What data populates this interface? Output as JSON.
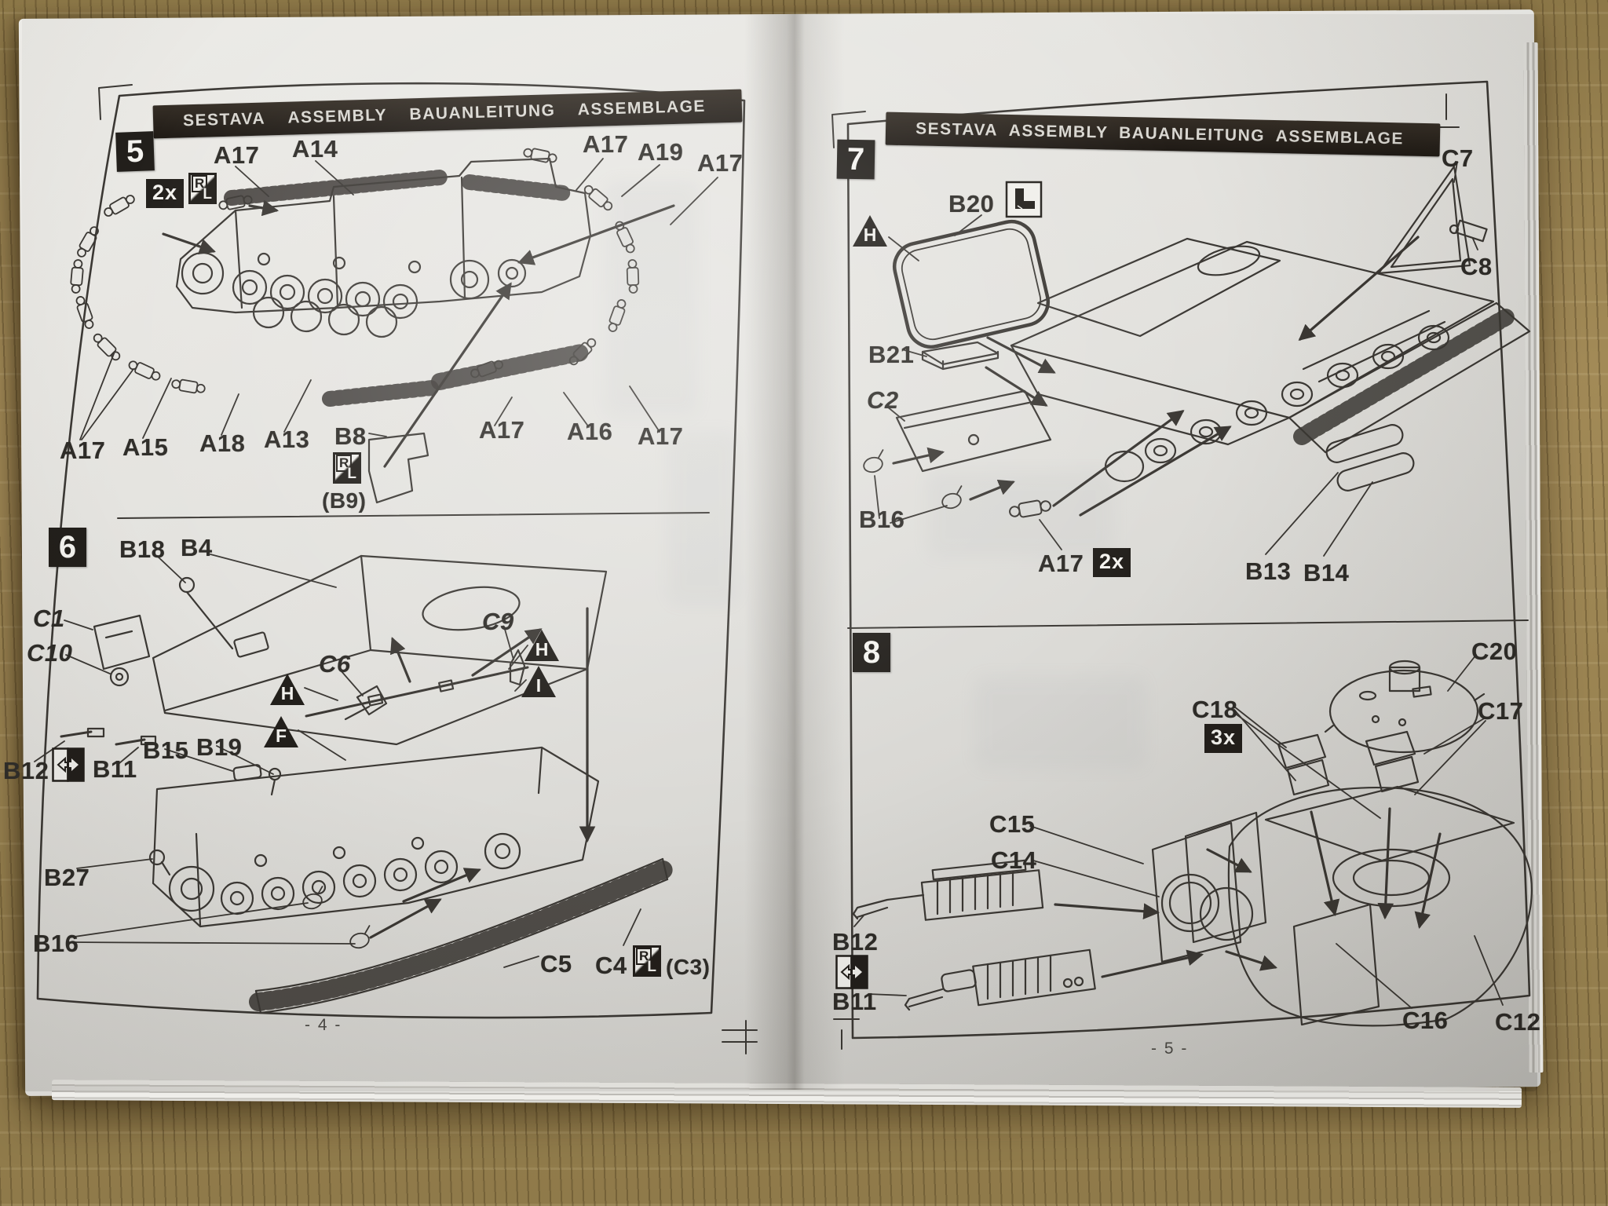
{
  "booklet": {
    "header_left": [
      "SESTAVA",
      "ASSEMBLY",
      "BAUANLEITUNG",
      "ASSEMBLAGE"
    ],
    "header_right": [
      "SESTAVA",
      "ASSEMBLY",
      "BAUANLEITUNG",
      "ASSEMBLAGE"
    ],
    "page_number_left": "- 4 -",
    "page_number_right": "- 5 -"
  },
  "icons": {
    "rl_r": "R",
    "rl_l": "L"
  },
  "step5": {
    "number": "5",
    "qty": "2x",
    "labels": {
      "a17_topleft": "A17",
      "a14": "A14",
      "a17_top1": "A17",
      "a19": "A19",
      "a17_top2": "A17",
      "a17_bottomleft": "A17",
      "a15": "A15",
      "a18": "A18",
      "a13": "A13",
      "b8": "B8",
      "b9_alt": "(B9)",
      "a17_mid1": "A17",
      "a16": "A16",
      "a17_mid2": "A17"
    }
  },
  "step6": {
    "number": "6",
    "labels": {
      "b18": "B18",
      "b4": "B4",
      "c1": "C1",
      "c10": "C10",
      "c6": "C6",
      "c9": "C9",
      "b15": "B15",
      "b19": "B19",
      "b12": "B12",
      "b11": "B11",
      "b27": "B27",
      "b16": "B16",
      "c5": "C5",
      "c4": "C4",
      "c3_alt": "(C3)"
    },
    "flags": {
      "h1": "H",
      "i1": "I",
      "h2": "H",
      "f1": "F"
    }
  },
  "step7": {
    "number": "7",
    "qty": "2x",
    "labels": {
      "c7": "C7",
      "c8": "C8",
      "b20": "B20",
      "b21": "B21",
      "c2": "C2",
      "b16": "B16",
      "a17": "A17",
      "b13": "B13",
      "b14": "B14"
    },
    "flags": {
      "h1": "H"
    }
  },
  "step8": {
    "number": "8",
    "qty": "3x",
    "labels": {
      "c20": "C20",
      "c18": "C18",
      "c17": "C17",
      "c15": "C15",
      "c14": "C14",
      "b12": "B12",
      "b11": "B11",
      "c16": "C16",
      "c12": "C12"
    }
  }
}
